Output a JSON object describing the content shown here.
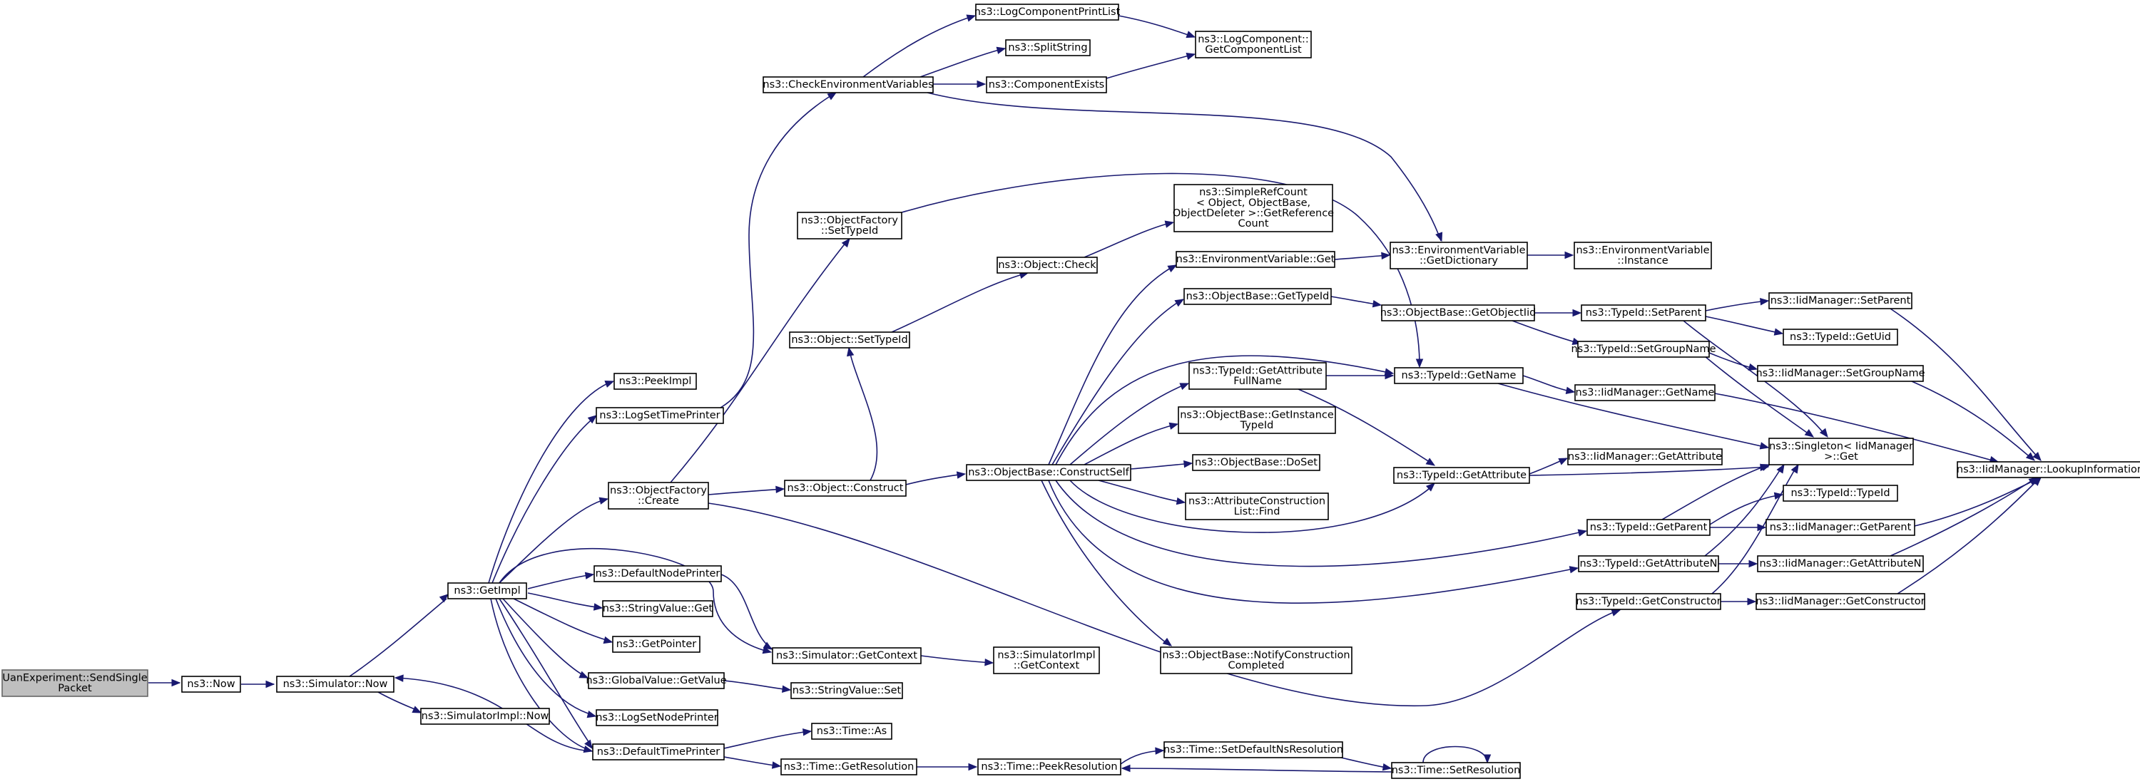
{
  "diagram": {
    "colors": {
      "edge": "#191970",
      "root_fill": "#bfbfbf",
      "node_fill": "#ffffff",
      "node_border": "#000000"
    },
    "nodes": [
      {
        "id": "n1",
        "lines": [
          "UanExperiment::SendSingle",
          "Packet"
        ],
        "root": true
      },
      {
        "id": "n2",
        "lines": [
          "ns3::Now"
        ]
      },
      {
        "id": "n3",
        "lines": [
          "ns3::Simulator::Now"
        ]
      },
      {
        "id": "n4",
        "lines": [
          "ns3::GetImpl"
        ]
      },
      {
        "id": "n5",
        "lines": [
          "ns3::SimulatorImpl::Now"
        ]
      },
      {
        "id": "n6",
        "lines": [
          "ns3::DefaultTimePrinter"
        ]
      },
      {
        "id": "n7",
        "lines": [
          "ns3::Time::As"
        ]
      },
      {
        "id": "n8",
        "lines": [
          "ns3::Time::GetResolution"
        ]
      },
      {
        "id": "n9",
        "lines": [
          "ns3::Time::PeekResolution"
        ]
      },
      {
        "id": "n10",
        "lines": [
          "ns3::PeekImpl"
        ]
      },
      {
        "id": "n11",
        "lines": [
          "ns3::LogSetTimePrinter"
        ]
      },
      {
        "id": "n12",
        "lines": [
          "ns3::CheckEnvironmentVariables"
        ]
      },
      {
        "id": "n13",
        "lines": [
          "ns3::LogComponentPrintList"
        ]
      },
      {
        "id": "n14",
        "lines": [
          "ns3::SplitString"
        ]
      },
      {
        "id": "n15",
        "lines": [
          "ns3::ComponentExists"
        ]
      },
      {
        "id": "n16",
        "lines": [
          "ns3::LogComponent::",
          "GetComponentList"
        ]
      },
      {
        "id": "n17",
        "lines": [
          "ns3::ObjectFactory",
          "::SetTypeId"
        ]
      },
      {
        "id": "n18",
        "lines": [
          "ns3::Object::SetTypeId"
        ]
      },
      {
        "id": "n19",
        "lines": [
          "ns3::Object::Check"
        ]
      },
      {
        "id": "n20",
        "lines": [
          "ns3::SimpleRefCount",
          "< Object, ObjectBase,",
          "ObjectDeleter >::GetReference",
          "Count"
        ]
      },
      {
        "id": "n21",
        "lines": [
          "ns3::ObjectFactory",
          "::Create"
        ]
      },
      {
        "id": "n22",
        "lines": [
          "ns3::Object::Construct"
        ]
      },
      {
        "id": "n23",
        "lines": [
          "ns3::ObjectBase::ConstructSelf"
        ]
      },
      {
        "id": "n24",
        "lines": [
          "ns3::EnvironmentVariable::Get"
        ]
      },
      {
        "id": "n25",
        "lines": [
          "ns3::EnvironmentVariable",
          "::GetDictionary"
        ]
      },
      {
        "id": "n26",
        "lines": [
          "ns3::EnvironmentVariable",
          "::Instance"
        ]
      },
      {
        "id": "n27",
        "lines": [
          "ns3::ObjectBase::GetTypeId"
        ]
      },
      {
        "id": "n28",
        "lines": [
          "ns3::ObjectBase::GetObjectIid"
        ]
      },
      {
        "id": "n29",
        "lines": [
          "ns3::TypeId::SetParent"
        ]
      },
      {
        "id": "n30",
        "lines": [
          "ns3::IidManager::SetParent"
        ]
      },
      {
        "id": "n31",
        "lines": [
          "ns3::TypeId::GetUid"
        ]
      },
      {
        "id": "n32",
        "lines": [
          "ns3::TypeId::SetGroupName"
        ]
      },
      {
        "id": "n33",
        "lines": [
          "ns3::IidManager::SetGroupName"
        ]
      },
      {
        "id": "n34",
        "lines": [
          "ns3::TypeId::GetAttribute",
          "FullName"
        ]
      },
      {
        "id": "n35",
        "lines": [
          "ns3::TypeId::GetName"
        ]
      },
      {
        "id": "n36",
        "lines": [
          "ns3::IidManager::GetName"
        ]
      },
      {
        "id": "n37",
        "lines": [
          "ns3::Singleton< IidManager",
          ">::Get"
        ]
      },
      {
        "id": "n38",
        "lines": [
          "ns3::IidManager::LookupInformation"
        ]
      },
      {
        "id": "n39",
        "lines": [
          "ns3::ObjectBase::GetInstance",
          "TypeId"
        ]
      },
      {
        "id": "n40",
        "lines": [
          "ns3::ObjectBase::DoSet"
        ]
      },
      {
        "id": "n41",
        "lines": [
          "ns3::TypeId::GetAttribute"
        ]
      },
      {
        "id": "n42",
        "lines": [
          "ns3::IidManager::GetAttribute"
        ]
      },
      {
        "id": "n43",
        "lines": [
          "ns3::AttributeConstruction",
          "List::Find"
        ]
      },
      {
        "id": "n44",
        "lines": [
          "ns3::TypeId::GetParent"
        ]
      },
      {
        "id": "n45",
        "lines": [
          "ns3::TypeId::TypeId"
        ]
      },
      {
        "id": "n46",
        "lines": [
          "ns3::IidManager::GetParent"
        ]
      },
      {
        "id": "n47",
        "lines": [
          "ns3::TypeId::GetAttributeN"
        ]
      },
      {
        "id": "n48",
        "lines": [
          "ns3::IidManager::GetAttributeN"
        ]
      },
      {
        "id": "n49",
        "lines": [
          "ns3::TypeId::GetConstructor"
        ]
      },
      {
        "id": "n50",
        "lines": [
          "ns3::IidManager::GetConstructor"
        ]
      },
      {
        "id": "n51",
        "lines": [
          "ns3::ObjectBase::NotifyConstruction",
          "Completed"
        ]
      },
      {
        "id": "n52",
        "lines": [
          "ns3::DefaultNodePrinter"
        ]
      },
      {
        "id": "n53",
        "lines": [
          "ns3::StringValue::Get"
        ]
      },
      {
        "id": "n54",
        "lines": [
          "ns3::GetPointer"
        ]
      },
      {
        "id": "n55",
        "lines": [
          "ns3::GlobalValue::GetValue"
        ]
      },
      {
        "id": "n56",
        "lines": [
          "ns3::LogSetNodePrinter"
        ]
      },
      {
        "id": "n57",
        "lines": [
          "ns3::Simulator::GetContext"
        ]
      },
      {
        "id": "n58",
        "lines": [
          "ns3::SimulatorImpl",
          "::GetContext"
        ]
      },
      {
        "id": "n59",
        "lines": [
          "ns3::StringValue::Set"
        ]
      },
      {
        "id": "n60",
        "lines": [
          "ns3::Time::SetDefaultNsResolution"
        ]
      },
      {
        "id": "n61",
        "lines": [
          "ns3::Time::SetResolution"
        ]
      }
    ]
  }
}
